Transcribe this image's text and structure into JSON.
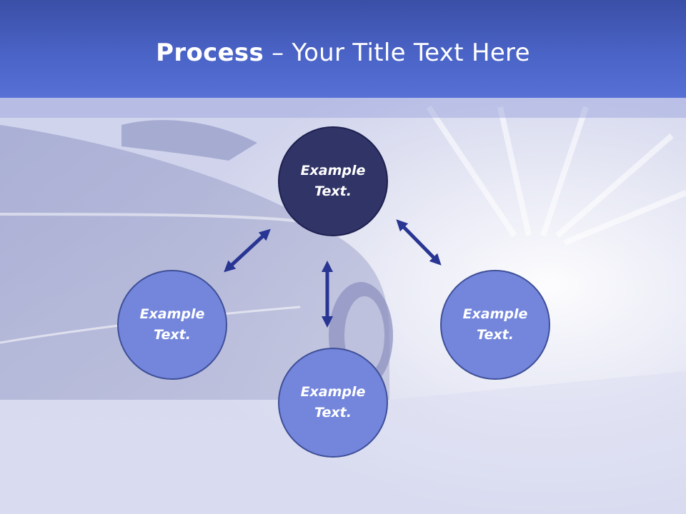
{
  "title": {
    "bold": "Process",
    "rest": " – Your Title Text Here"
  },
  "diagram": {
    "center": {
      "label": "Example Text."
    },
    "left": {
      "label": "Example Text."
    },
    "bottom": {
      "label": "Example Text."
    },
    "right": {
      "label": "Example Text."
    }
  },
  "colors": {
    "title_bar": "#4a63c6",
    "center_circle": "#303466",
    "outer_circle": "#7486dc",
    "arrow": "#283593"
  }
}
